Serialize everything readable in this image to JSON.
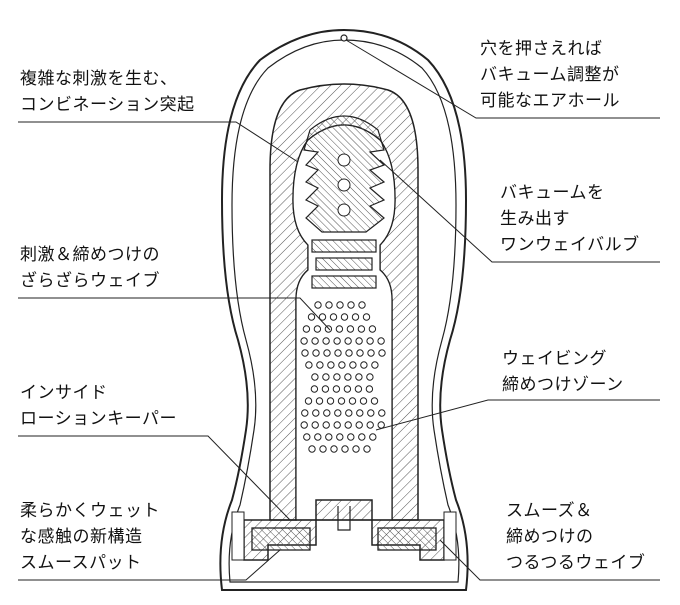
{
  "labels": {
    "left_1": "複雑な刺激を生む、\nコンビネーション突起",
    "left_2": "刺激＆締めつけの\nざらざらウェイブ",
    "left_3": "インサイド\nローションキーパー",
    "left_4": "柔らかくウェット\nな感触の新構造\nスムースパット",
    "right_1": "穴を押さえれば\nバキューム調整が\n可能なエアホール",
    "right_2": "バキュームを\n生み出す\nワンウェイバルブ",
    "right_3": "ウェイビング\n締めつけゾーン",
    "right_4": "スムーズ＆\n締めつけの\nつるつるウェイブ"
  }
}
